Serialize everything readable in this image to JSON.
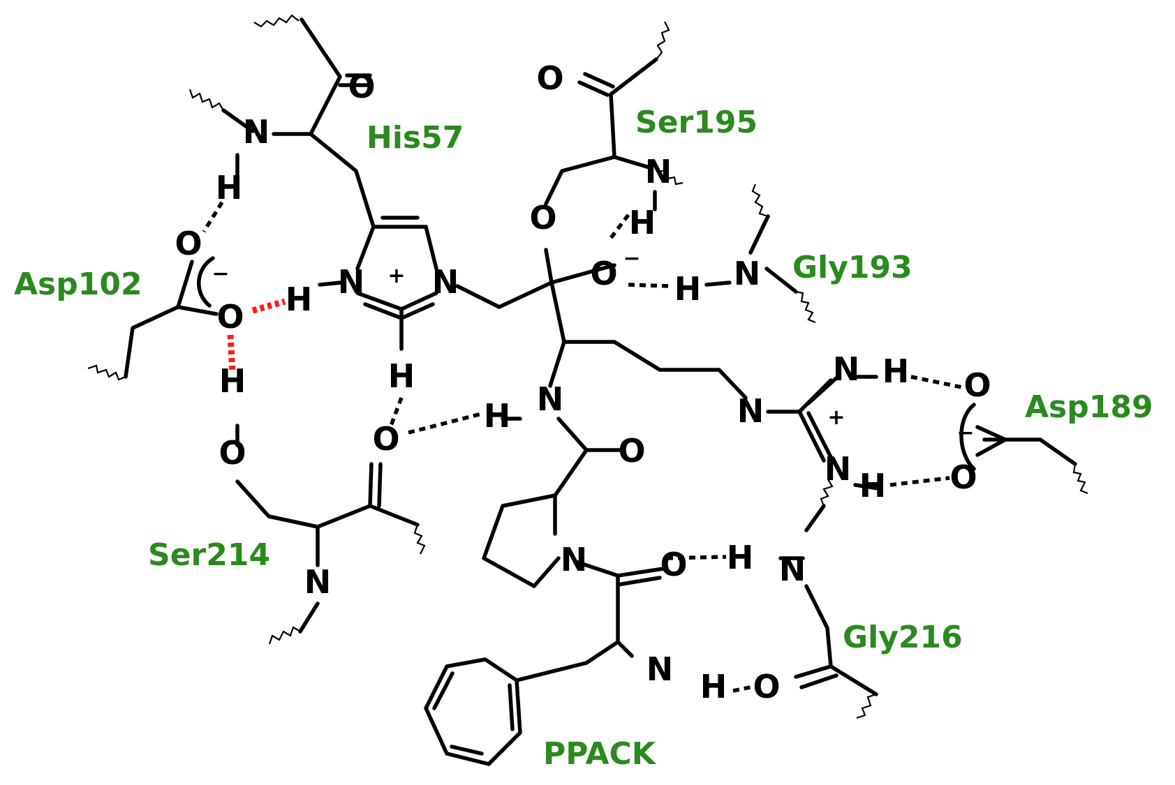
{
  "colors": {
    "residue_label": "#2a8a1e",
    "bond": "#000000",
    "strong_hbond": "#ff1a1a"
  },
  "residues": {
    "his57": "His57",
    "ser195": "Ser195",
    "asp102": "Asp102",
    "gly193": "Gly193",
    "asp189": "Asp189",
    "ser214": "Ser214",
    "gly216": "Gly216",
    "ppack": "PPACK"
  },
  "atoms": {
    "N": "N",
    "O": "O",
    "H": "H",
    "plus": "+",
    "minus": "−"
  }
}
